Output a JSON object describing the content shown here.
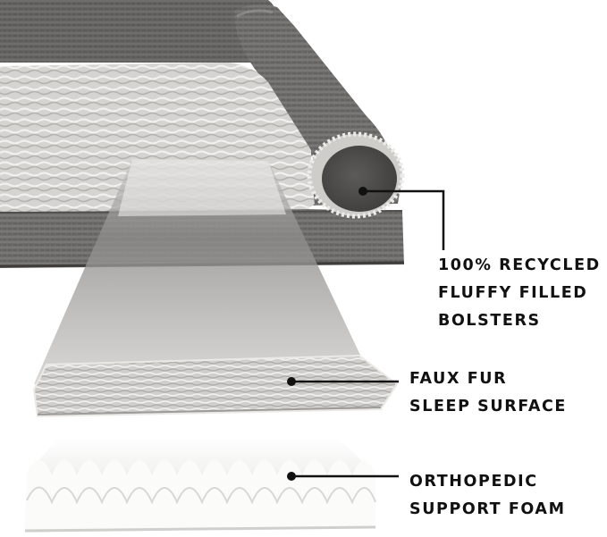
{
  "callouts": {
    "bolsters": {
      "line1": "100% RECYCLED",
      "line2": "FLUFFY FILLED",
      "line3": "BOLSTERS"
    },
    "fur": {
      "line1": "FAUX FUR",
      "line2": "SLEEP SURFACE"
    },
    "foam": {
      "line1": "ORTHOPEDIC",
      "line2": "SUPPORT FOAM"
    }
  },
  "colors": {
    "fabric": "#6b6a68",
    "fabric_dark": "#4a4947",
    "fur": "#d9d7d3",
    "foam": "#f4f4f2",
    "projection": "#8f8d8b",
    "text": "#111111"
  }
}
